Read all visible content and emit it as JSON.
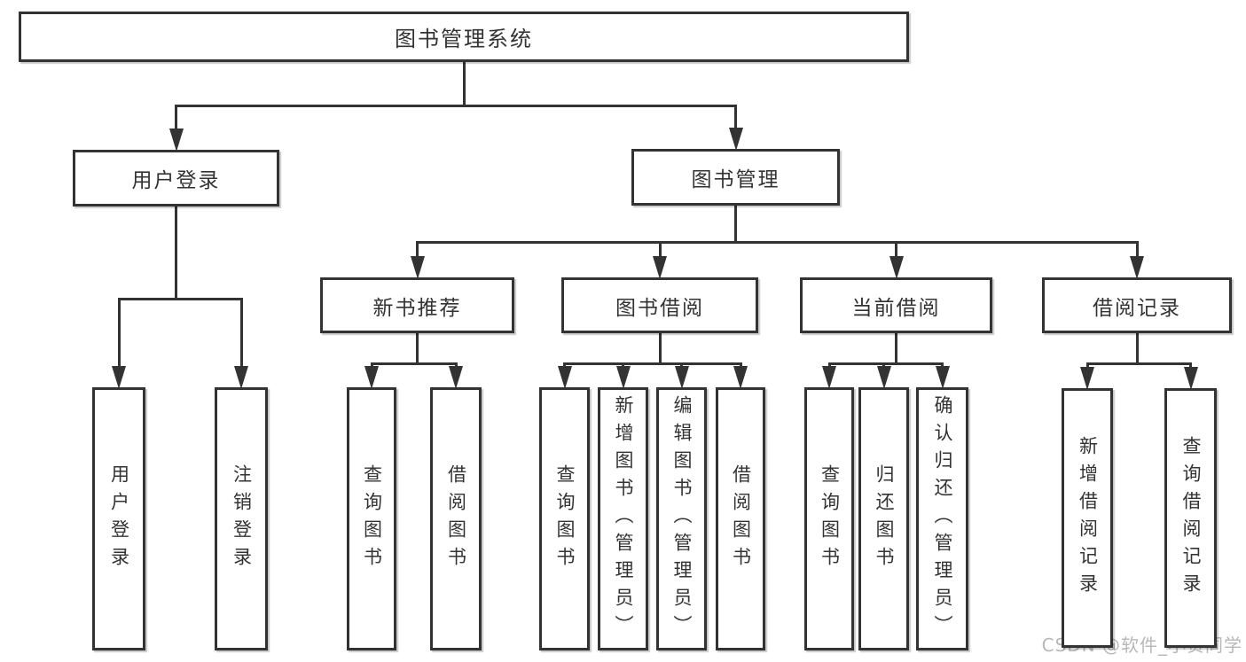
{
  "colors": {
    "background": "#ffffff",
    "line": "#333333",
    "text": "#333333",
    "box_background": "#ffffff",
    "watermark": "#b8b8b8"
  },
  "icons": {
    "connector_arrow": "arrow-down-icon"
  },
  "watermark": {
    "text": "CSDN @软件_小贺同学"
  },
  "diagram": {
    "title": "图书管理系统",
    "nodes": [
      {
        "id": "library-system",
        "label": "图书管理系统",
        "orientation": "horizontal"
      },
      {
        "id": "user-login",
        "label": "用户登录",
        "orientation": "horizontal"
      },
      {
        "id": "book-management",
        "label": "图书管理",
        "orientation": "horizontal"
      },
      {
        "id": "new-book-recommend",
        "label": "新书推荐",
        "orientation": "horizontal"
      },
      {
        "id": "book-borrowing",
        "label": "图书借阅",
        "orientation": "horizontal"
      },
      {
        "id": "current-borrowing",
        "label": "当前借阅",
        "orientation": "horizontal"
      },
      {
        "id": "borrowing-records",
        "label": "借阅记录",
        "orientation": "horizontal"
      },
      {
        "id": "user-login-action",
        "label": "用户登录",
        "orientation": "vertical"
      },
      {
        "id": "logout-action",
        "label": "注销登录",
        "orientation": "vertical"
      },
      {
        "id": "query-books-recommend",
        "label": "查询图书",
        "orientation": "vertical"
      },
      {
        "id": "borrow-books-recommend",
        "label": "借阅图书",
        "orientation": "vertical"
      },
      {
        "id": "query-books-borrowing",
        "label": "查询图书",
        "orientation": "vertical"
      },
      {
        "id": "add-books-admin",
        "label": "新增图书（管理员）",
        "orientation": "vertical"
      },
      {
        "id": "edit-books-admin",
        "label": "编辑图书（管理员）",
        "orientation": "vertical"
      },
      {
        "id": "borrow-books-borrowing",
        "label": "借阅图书",
        "orientation": "vertical"
      },
      {
        "id": "query-books-current",
        "label": "查询图书",
        "orientation": "vertical"
      },
      {
        "id": "return-books",
        "label": "归还图书",
        "orientation": "vertical"
      },
      {
        "id": "confirm-return-admin",
        "label": "确认归还（管理员）",
        "orientation": "vertical"
      },
      {
        "id": "add-borrow-record",
        "label": "新增借阅记录",
        "orientation": "vertical"
      },
      {
        "id": "query-borrow-record",
        "label": "查询借阅记录",
        "orientation": "vertical"
      }
    ],
    "edges": [
      {
        "parent": "library-system",
        "children": [
          "user-login",
          "book-management"
        ]
      },
      {
        "parent": "user-login",
        "children": [
          "user-login-action",
          "logout-action"
        ]
      },
      {
        "parent": "book-management",
        "children": [
          "new-book-recommend",
          "book-borrowing",
          "current-borrowing",
          "borrowing-records"
        ]
      },
      {
        "parent": "new-book-recommend",
        "children": [
          "query-books-recommend",
          "borrow-books-recommend"
        ]
      },
      {
        "parent": "book-borrowing",
        "children": [
          "query-books-borrowing",
          "add-books-admin",
          "edit-books-admin",
          "borrow-books-borrowing"
        ]
      },
      {
        "parent": "current-borrowing",
        "children": [
          "query-books-current",
          "return-books",
          "confirm-return-admin"
        ]
      },
      {
        "parent": "borrowing-records",
        "children": [
          "add-borrow-record",
          "query-borrow-record"
        ]
      }
    ]
  }
}
